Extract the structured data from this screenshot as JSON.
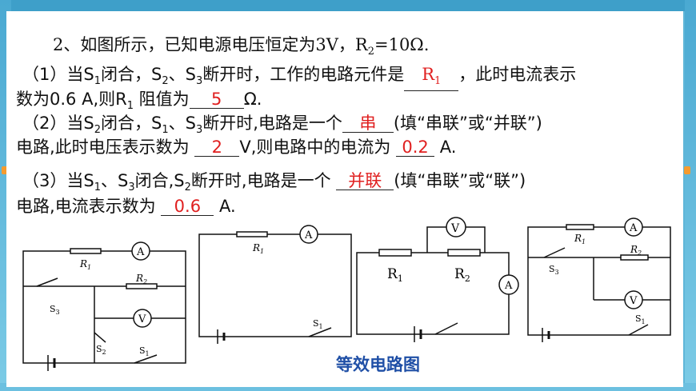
{
  "question": {
    "title_prefix": "2、如图所示，已知电源电压恒定为3V，R",
    "title_sub": "2",
    "title_suffix": "=10Ω.",
    "p1": {
      "a": "（1）当S",
      "a_sub": "1",
      "b": "闭合，S",
      "b_sub": "2",
      "c": "、S",
      "c_sub": "3",
      "d": "断开时，工作的电路元件是",
      "answer_main": "R",
      "answer_sub": "1",
      "e": "，此时电流表示",
      "f": "数为0.6 A,则R",
      "f_sub": "1",
      "g": " 阻值为",
      "answer2": "5",
      "h": "Ω."
    },
    "p2": {
      "a": "（2）当S",
      "a_sub": "2",
      "b": "闭合，S",
      "b_sub": "1",
      "c": "、S",
      "c_sub": "3",
      "d": "断开时,电路是一个",
      "answer1": "串",
      "e": "(填“串联”或“并联”)",
      "f": "电路,此时电压表示数为 ",
      "answer2": "2",
      "g": "V,则电路中的电流为 ",
      "answer3": "0.2",
      "h": " A."
    },
    "p3": {
      "a": "（3）当S",
      "a_sub": "1",
      "b": "、S",
      "b_sub": "3",
      "c": "闭合,S",
      "c_sub": "2",
      "d": "断开时,电路是一个 ",
      "answer1": "并联",
      "e": "(填“串联”或“联”)",
      "f": "电路,电流表示数为 ",
      "answer2": "0.6",
      "g": " A."
    }
  },
  "circuits": {
    "c1": {
      "r1": "R",
      "r1s": "1",
      "r2": "R",
      "r2s": "2",
      "ammeter": "A",
      "voltmeter": "V",
      "s3": "S",
      "s3s": "3",
      "s2": "S",
      "s2s": "2",
      "s1": "S",
      "s1s": "1"
    },
    "c2": {
      "r1": "R",
      "r1s": "1",
      "ammeter": "A",
      "s1": "S",
      "s1s": "1"
    },
    "c3": {
      "r1": "R",
      "r1s": "1",
      "r2": "R",
      "r2s": "2",
      "ammeter": "A",
      "voltmeter": "V"
    },
    "c4": {
      "r1": "R",
      "r1s": "1",
      "r2": "R",
      "r2s": "2",
      "ammeter": "A",
      "voltmeter": "V",
      "s3": "S",
      "s3s": "3",
      "s1": "S",
      "s1s": "1"
    }
  },
  "caption": "等效电路图",
  "colors": {
    "answer": "#e02020",
    "caption": "#1f4fa6",
    "frame": "#5fb6d8"
  }
}
